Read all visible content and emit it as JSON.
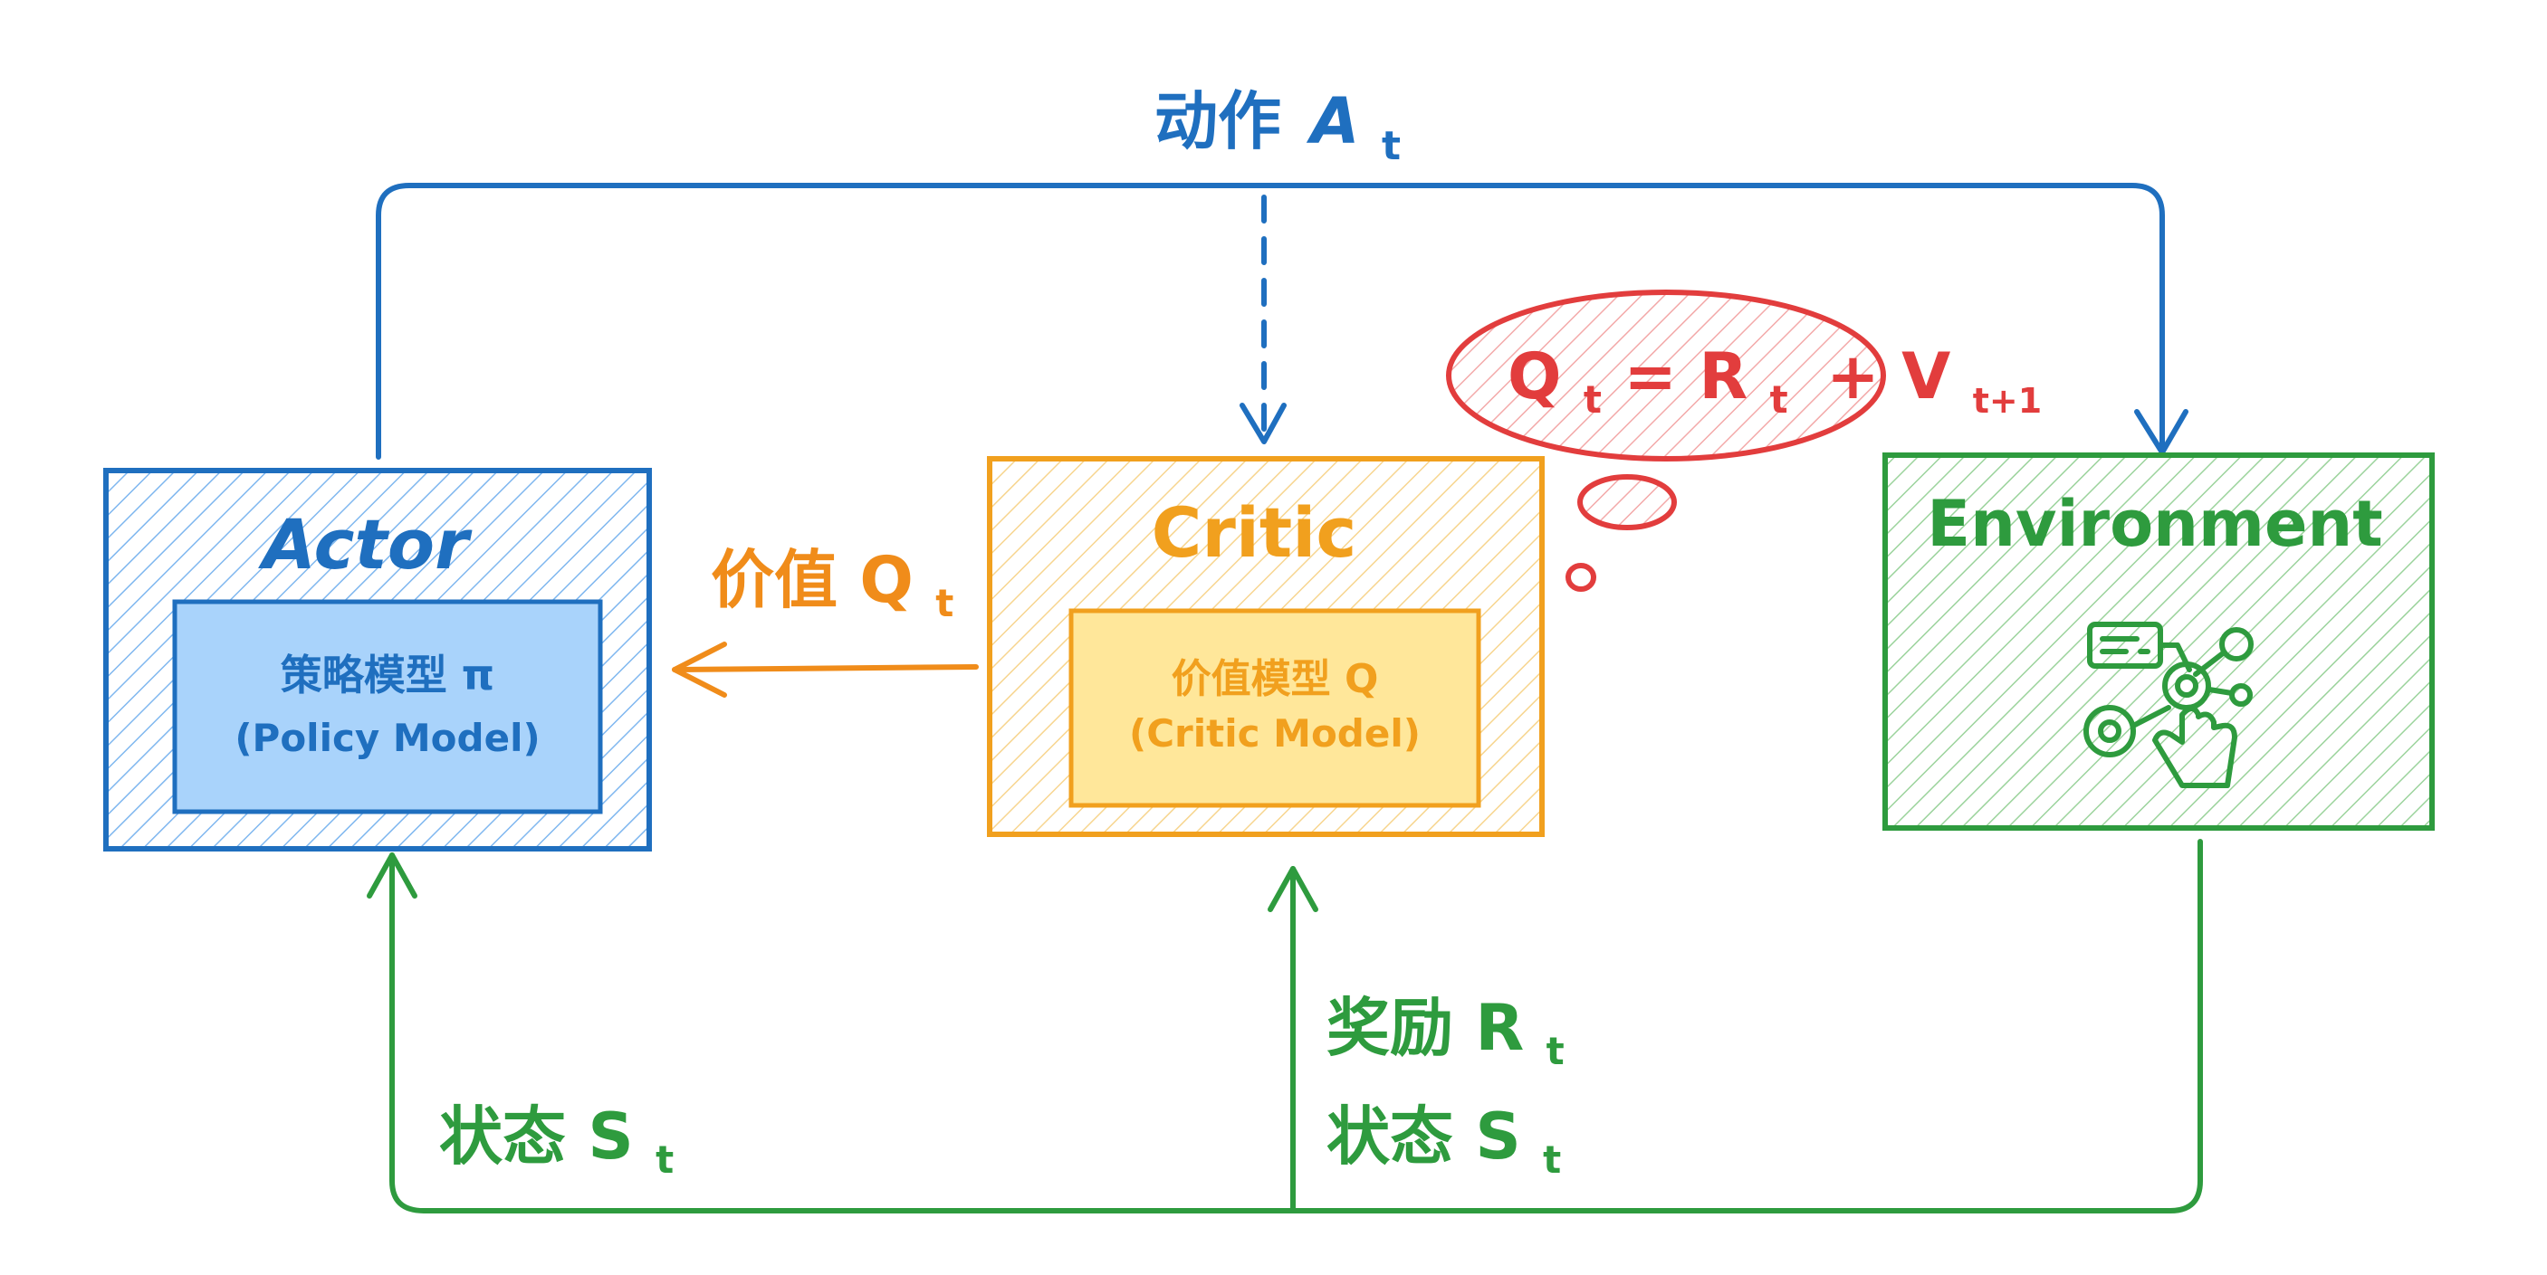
{
  "colors": {
    "actor": "#1f6fbf",
    "actor_fill": "#cfe6fb",
    "actor_inner": "#a9d3fb",
    "critic": "#f1a01e",
    "critic_fill": "#fff2cc",
    "critic_inner": "#ffe79a",
    "environment": "#2e9b3e",
    "env_fill": "#d9f2da",
    "thought": "#e23d3d",
    "thought_fill": "#fbd7d7",
    "action_line": "#1f6fbf",
    "state_line": "#2e9b3e",
    "value_line": "#f08c1a"
  },
  "action": {
    "prefix": "动作",
    "symbol": "A",
    "sub": "t"
  },
  "actor": {
    "title": "Actor",
    "inner_line1": "策略模型 π",
    "inner_line2": "(Policy Model)"
  },
  "critic": {
    "title": "Critic",
    "inner_line1": "价值模型 Q",
    "inner_line2": "(Critic Model)"
  },
  "environment": {
    "title": "Environment",
    "icon": "touch-interaction-icon"
  },
  "value_label": {
    "prefix": "价值",
    "symbol": "Q",
    "sub": "t"
  },
  "thought": {
    "q": "Q",
    "q_sub": "t",
    "eq": "=",
    "r": "R",
    "r_sub": "t",
    "plus": "+",
    "v": "V",
    "v_sub": "t+1"
  },
  "reward_label": {
    "line1_prefix": "奖励",
    "line1_symbol": "R",
    "line1_sub": "t",
    "line2_prefix": "状态",
    "line2_symbol": "S",
    "line2_sub": "t"
  },
  "state_label": {
    "prefix": "状态",
    "symbol": "S",
    "sub": "t"
  }
}
